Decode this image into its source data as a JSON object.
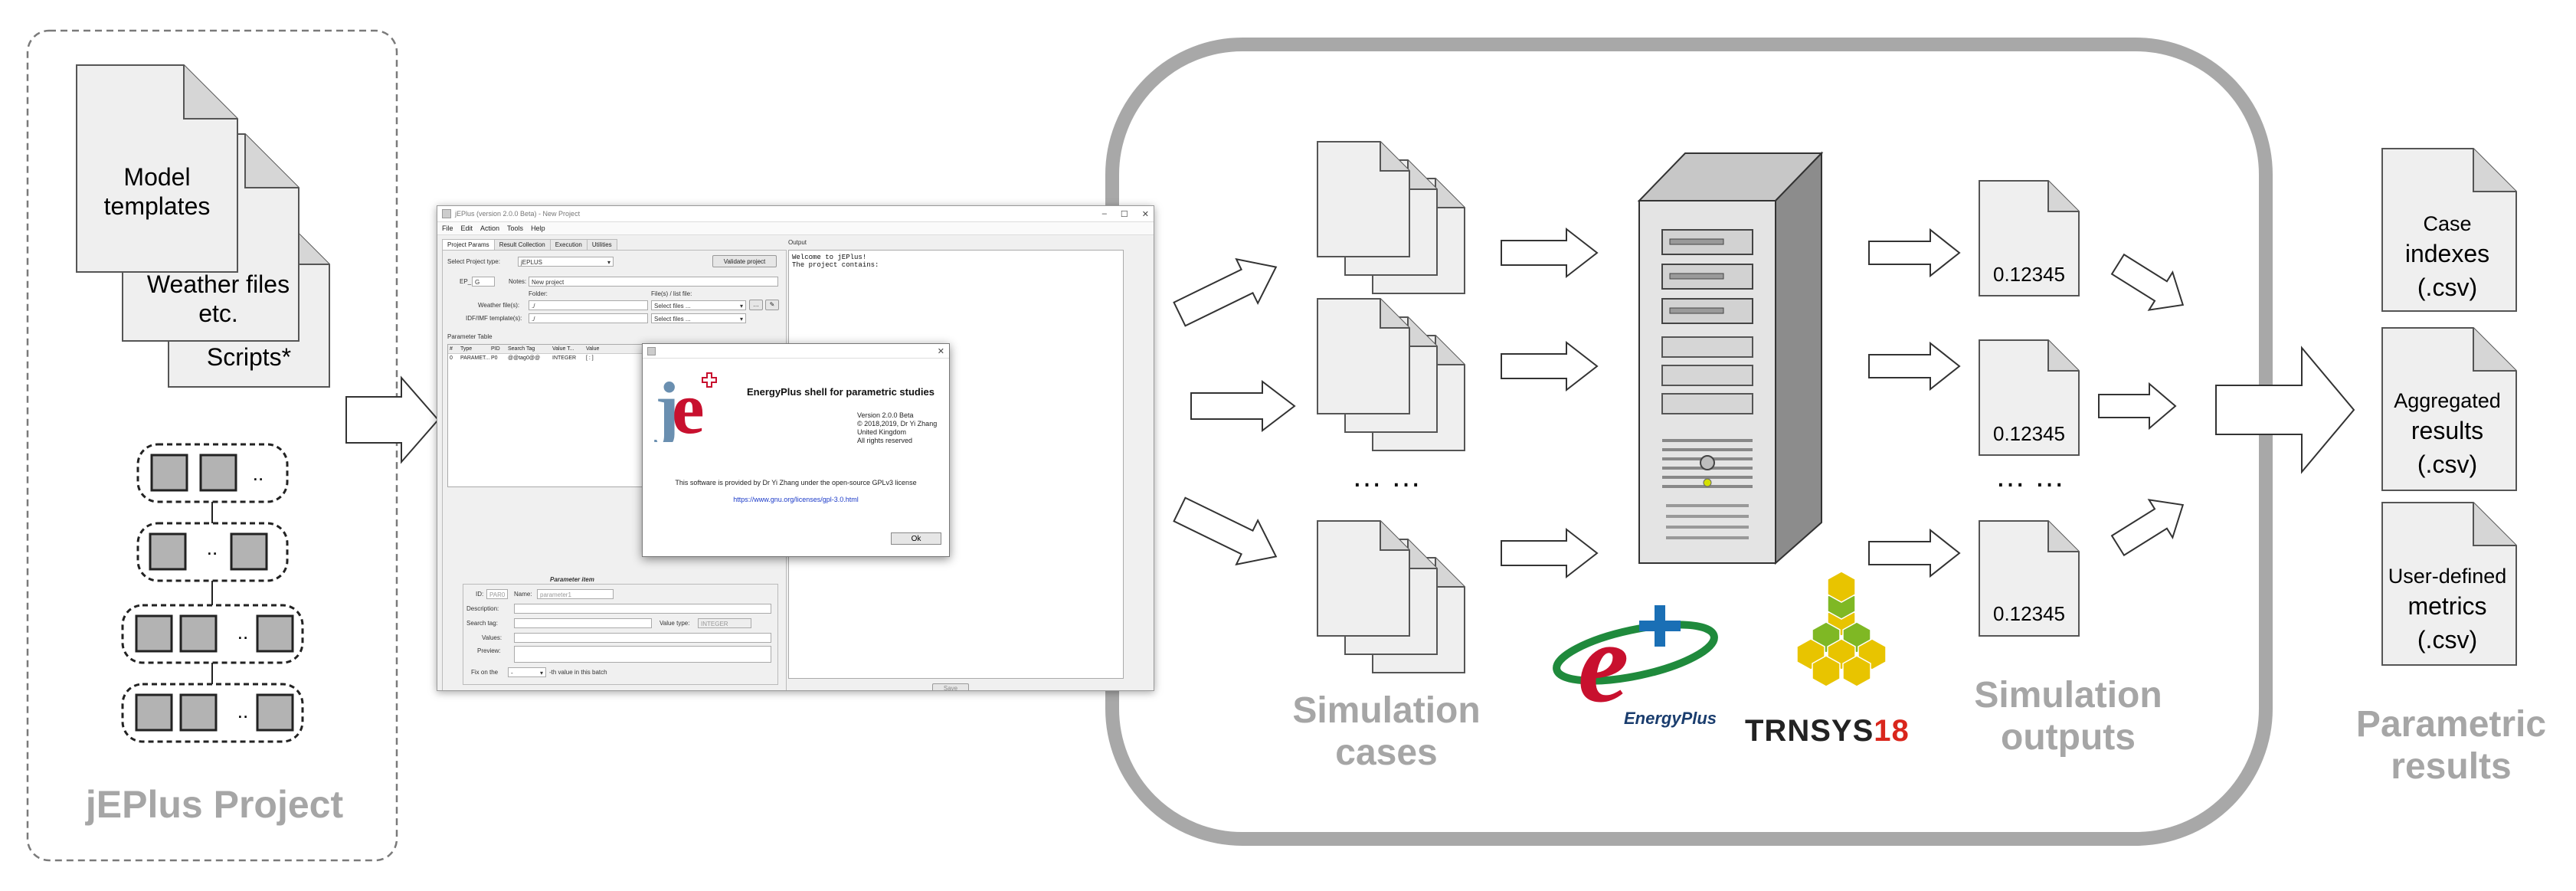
{
  "labels": {
    "project": "jEPlus Project",
    "sim_cases": [
      "Simulation",
      "cases"
    ],
    "sim_outputs": [
      "Simulation",
      "outputs"
    ],
    "param_results": [
      "Parametric",
      "results"
    ],
    "ellipsis_cases": "… …",
    "ellipsis_outputs": "… …"
  },
  "project_docs": {
    "model": [
      "Model",
      "templates"
    ],
    "weather": [
      "Weather files",
      "etc."
    ],
    "scripts": "Scripts*"
  },
  "output_value": "0.12345",
  "result_docs": [
    [
      "Case",
      "indexes",
      "(.csv)"
    ],
    [
      "Aggregated",
      "results",
      "(.csv)"
    ],
    [
      "User-defined",
      "metrics",
      "(.csv)"
    ]
  ],
  "tree_group_dots": "..",
  "engines": {
    "energyplus": "EnergyPlus",
    "trnsys": [
      "TRNSYS",
      "18"
    ]
  },
  "colors": {
    "label_gray": "#a6a6a6",
    "doc_fill": "#efefef",
    "doc_stroke": "#555555",
    "box_stroke": "#a8a8a8",
    "ep_red": "#c8102e",
    "ep_green": "#1f8a3c",
    "ep_blue": "#1a6fb5",
    "trnsys_yellow": "#e8c400",
    "trnsys_green": "#7fb824",
    "trnsys_red": "#d9261c"
  },
  "window": {
    "title": "jEPlus (version 2.0.0 Beta) - New Project",
    "menu": [
      "File",
      "Edit",
      "Action",
      "Tools",
      "Help"
    ],
    "tabs": [
      "Project Params",
      "Result Collection",
      "Execution",
      "Utilities"
    ],
    "project_type_label": "Select Project type:",
    "project_type_value": "jEPLUS",
    "validate_button": "Validate project",
    "ep_label": "EP_",
    "ep_value": "G",
    "notes_label": "Notes:",
    "notes_value": "New project",
    "folder_label": "Folder:",
    "files_label": "File(s) / list file:",
    "weather_label": "Weather file(s):",
    "weather_folder": "./",
    "weather_select": "Select files ...",
    "idf_label": "IDF/IMF template(s):",
    "idf_folder": "./",
    "idf_select": "Select files ...",
    "param_table_label": "Parameter Table",
    "table_headers": [
      "#",
      "Type",
      "PID",
      "Search Tag",
      "Value T...",
      "Value"
    ],
    "table_row": [
      "0",
      "PARAMET...",
      "P0",
      "@@tag0@@",
      "INTEGER",
      "[ : ]"
    ],
    "param_item_label": "Parameter item",
    "id_label": "ID:",
    "id_value": "PAR0",
    "name_label": "Name:",
    "name_value": "parameter1",
    "description_label": "Description:",
    "search_tag_label": "Search tag:",
    "value_type_label": "Value type:",
    "value_type_value": "INTEGER",
    "values_label": "Values:",
    "preview_label": "Preview:",
    "fix_label": "Fix on the",
    "fix_value": "-",
    "fix_suffix": "-th value in this batch",
    "save_button": "Save",
    "output_label": "Output",
    "output_text": "Welcome to jEPlus!\nThe project contains:"
  },
  "about": {
    "heading": "EnergyPlus shell for parametric studies",
    "version_lines": [
      "Version 2.0.0 Beta",
      "© 2018,2019, Dr Yi Zhang",
      "United Kingdom",
      "All rights reserved"
    ],
    "license": "This software is provided by Dr Yi Zhang under the open-source GPLv3 license",
    "link": "https://www.gnu.org/licenses/gpl-3.0.html",
    "ok_button": "Ok",
    "close": "✕"
  }
}
